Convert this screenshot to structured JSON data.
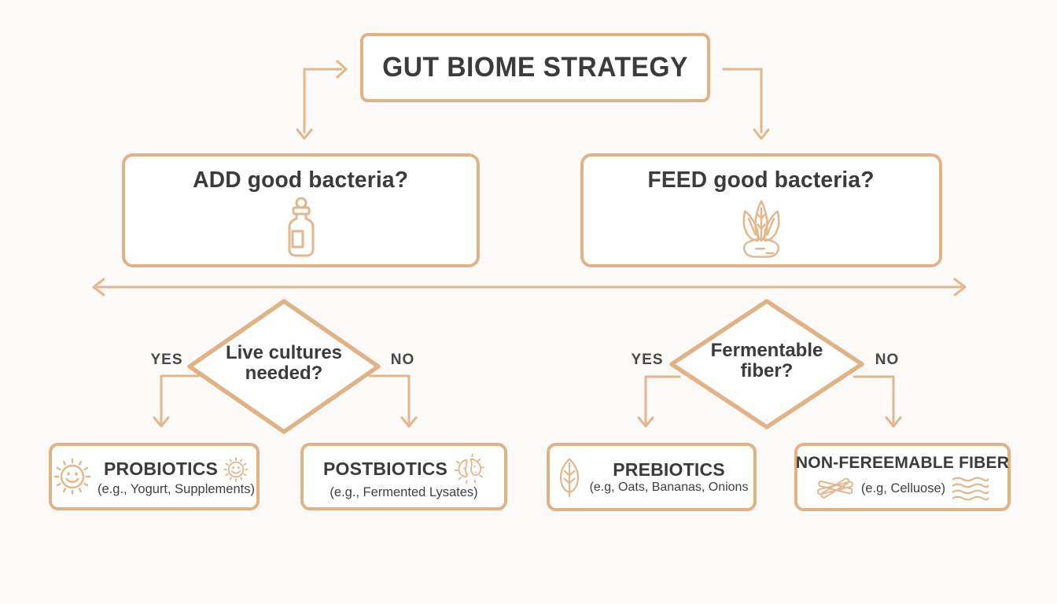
{
  "colors": {
    "accent_border": "#e2b287",
    "accent_line": "#e3b68c",
    "text": "#3b3b3b",
    "background": "#fbfaf8",
    "box_background": "#ffffff"
  },
  "title": {
    "label": "GUT BIOME STRATEGY"
  },
  "branches": [
    {
      "label": "ADD good bacteria?",
      "icon": "dropper-bottle-icon"
    },
    {
      "label": "FEED good bacteria?",
      "icon": "root-vegetable-icon"
    }
  ],
  "decisions": [
    {
      "line1": "Live cultures",
      "line2": "needed?",
      "yes": "YES",
      "no": "NO"
    },
    {
      "line1": "Fermentable",
      "line2": "fiber?",
      "yes": "YES",
      "no": "NO"
    }
  ],
  "outcomes": [
    {
      "title": "PROBIOTICS",
      "subtitle": "(e.g., Yogurt, Supplements)",
      "icons": [
        "bacteria-smiley-icon",
        "bacteria-smiley-icon"
      ]
    },
    {
      "title": "POSTBIOTICS",
      "subtitle": "(e.g., Fermented Lysates)",
      "icons": [
        "split-bacteria-icon"
      ]
    },
    {
      "title": "PREBIOTICS",
      "subtitle": "(e.g, Oats, Bananas, Onions",
      "icons": [
        "leaf-icon"
      ]
    },
    {
      "title": "NON-FEREEMABLE FIBER",
      "subtitle": "(e.g, Celluose)",
      "icons": [
        "crossed-fibers-icon",
        "wavy-fibers-icon"
      ]
    }
  ]
}
